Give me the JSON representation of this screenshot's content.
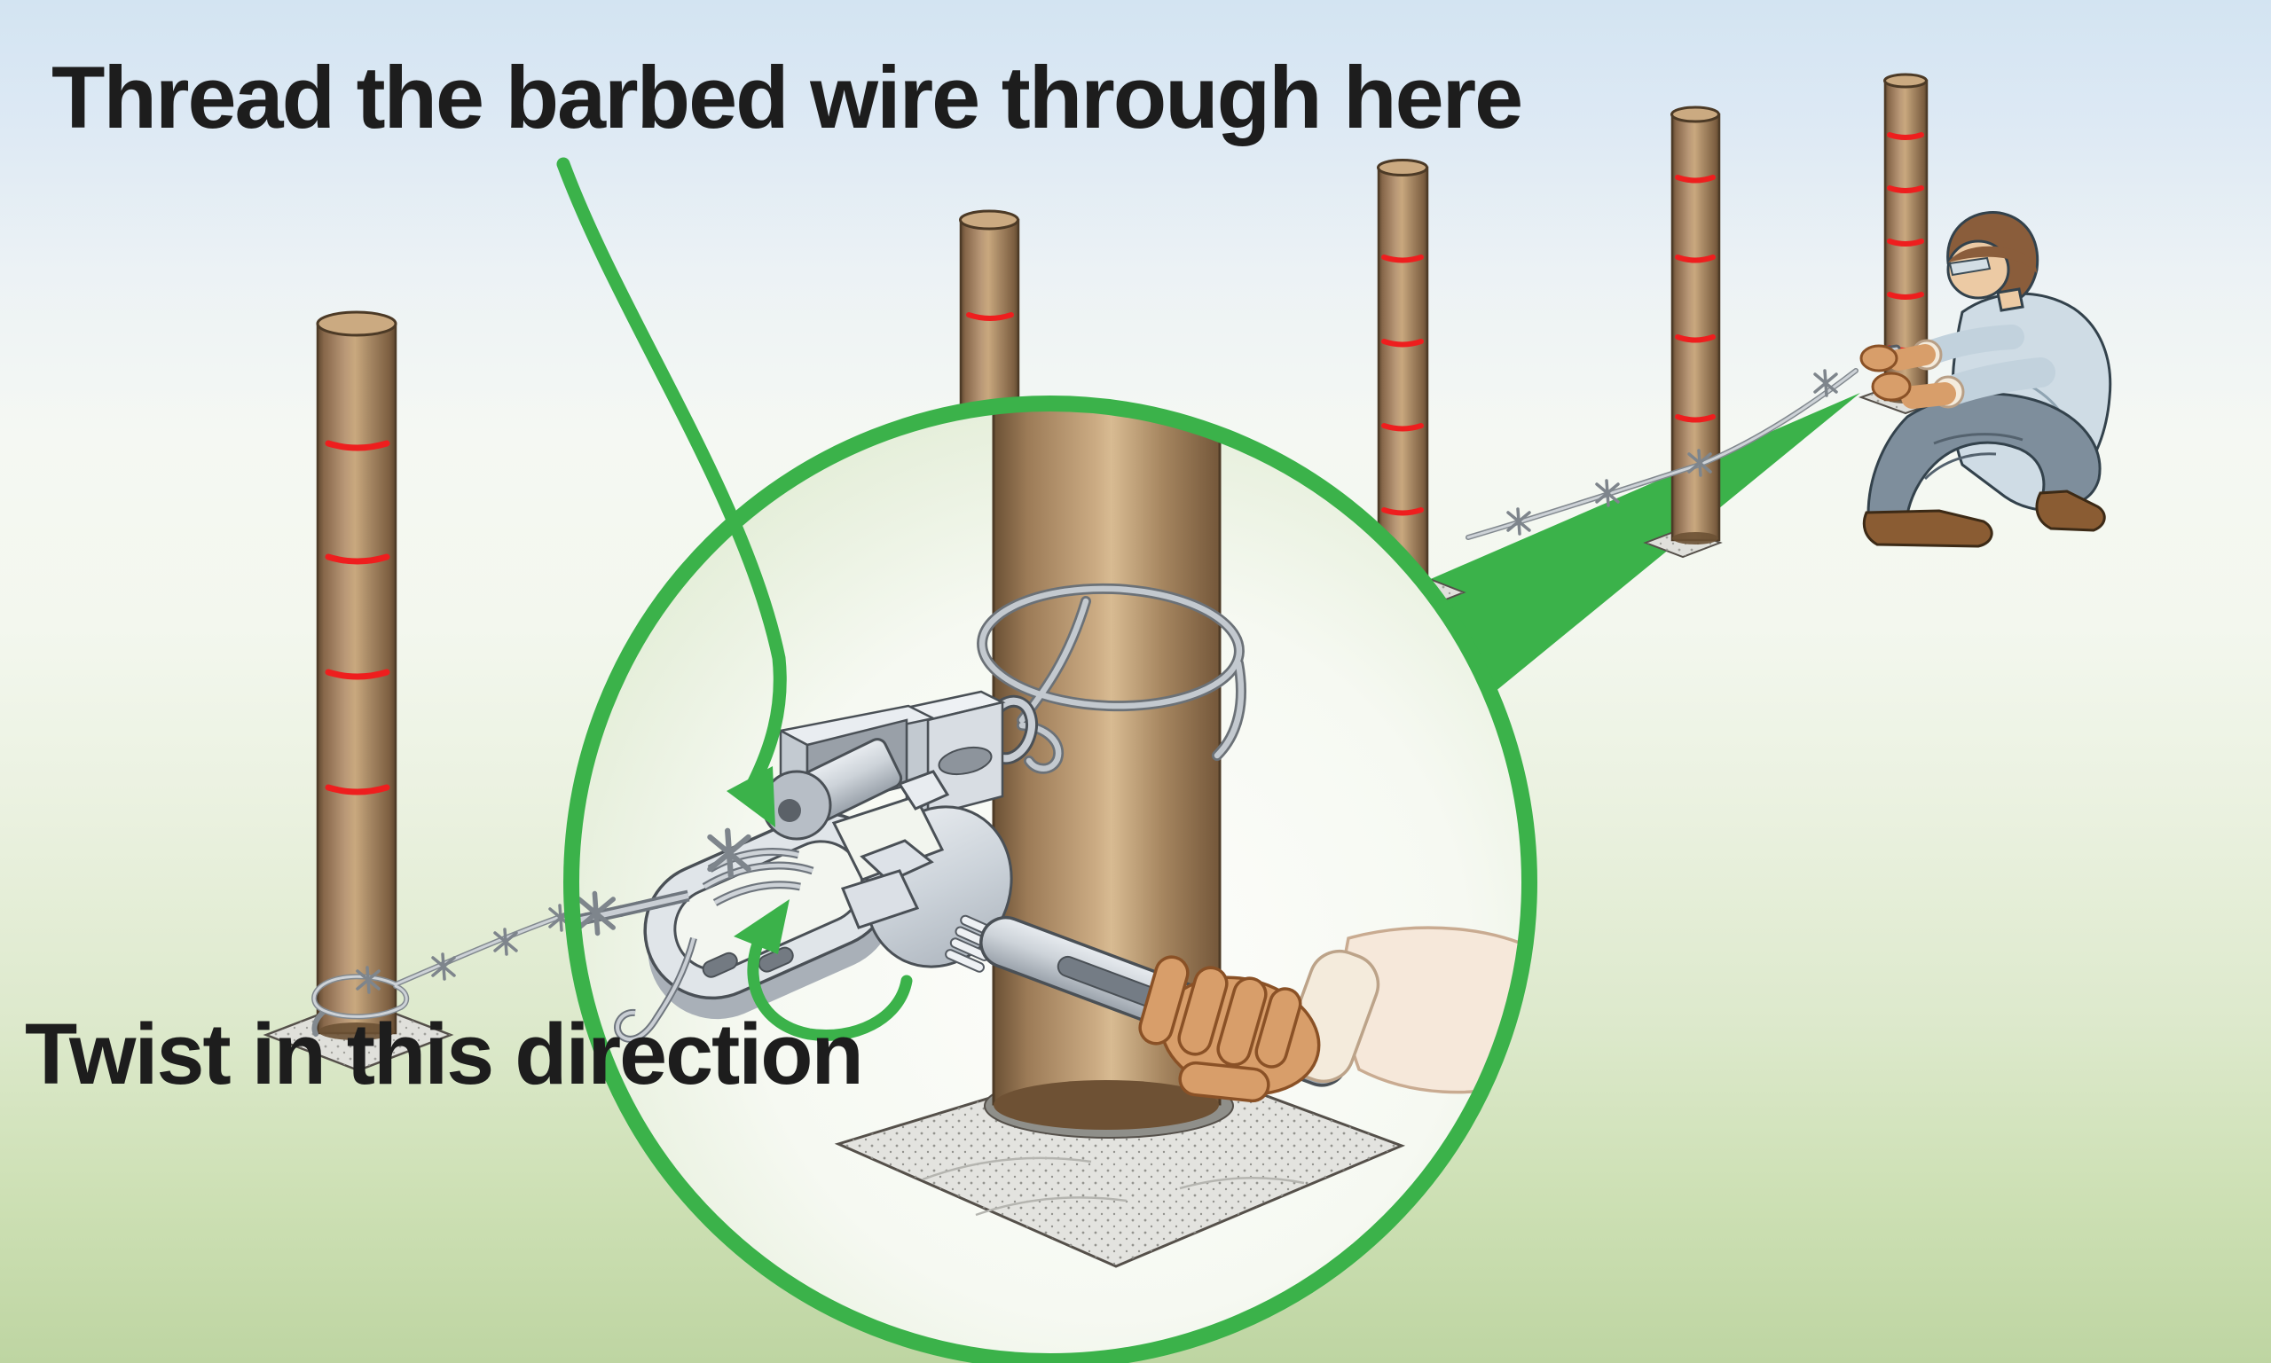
{
  "scene": {
    "title": "Thread the barbed wire through here",
    "twist_label": "Twist in this direction",
    "posts": {
      "count": 5,
      "mark_count_visible": 16
    },
    "colors": {
      "green": "#3bb24a",
      "red": "#ee1e1e",
      "sky": "#d3e4f2",
      "grass": "#bed5a2",
      "post_light": "#c9a87e",
      "post_dark": "#6f5536",
      "metal": "#d6dbe1",
      "wire": "#9aa1a8",
      "skin": "#d89e6a"
    }
  }
}
